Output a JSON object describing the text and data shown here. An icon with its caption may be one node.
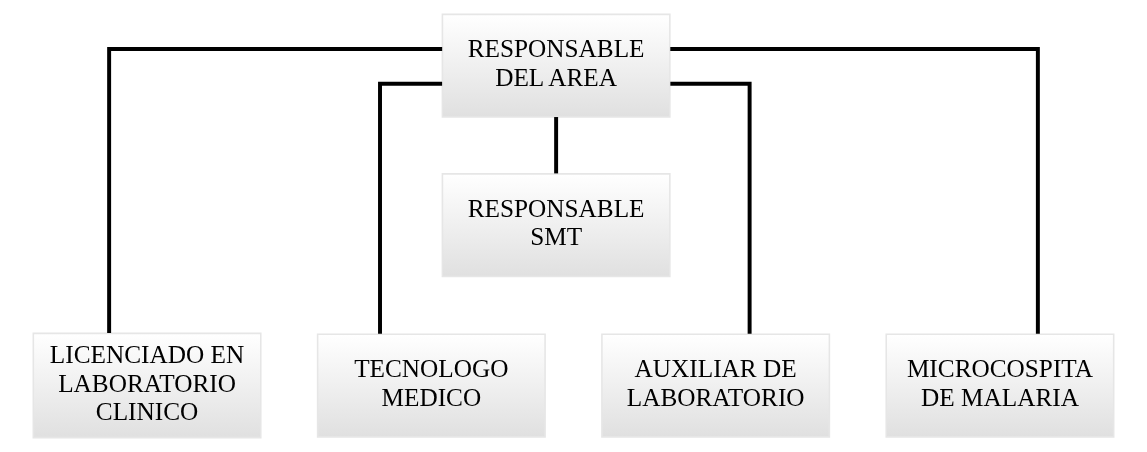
{
  "diagram": {
    "nodes": [
      {
        "text": [
          "RESPONSABLE DEL AREA"
        ]
      },
      {
        "text": [
          "RESPONSABLE SMT"
        ]
      },
      {
        "text": [
          "LICENCIADO EN LABORATORIO CLINICO"
        ]
      },
      {
        "text": [
          "TECNOLOGO MEDICO"
        ]
      },
      {
        "text": [
          "AUXILIAR DE LABORATORIO"
        ]
      },
      {
        "text": [
          "MICROCOSPITA DE MALARIA"
        ]
      }
    ],
    "edges": [
      {
        "from": 0,
        "to": 1,
        "arrow": "none"
      },
      {
        "from": 0,
        "to": 2,
        "arrow": "none"
      },
      {
        "from": 0,
        "to": 3,
        "arrow": "none"
      },
      {
        "from": 0,
        "to": 4,
        "arrow": "none"
      },
      {
        "from": 0,
        "to": 5,
        "arrow": "none"
      }
    ]
  }
}
